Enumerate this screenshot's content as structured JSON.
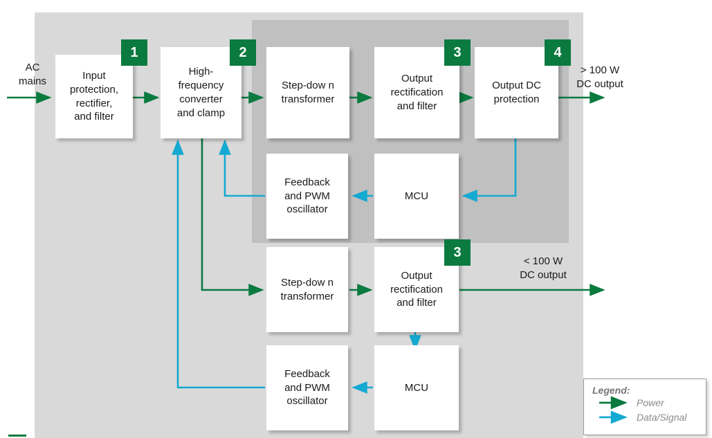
{
  "colors": {
    "power": "#0a7a3f",
    "signal": "#14a9d0",
    "badge": "#0a7a3f",
    "panel_outer": "#d9d9d9",
    "panel_inner": "#c0c0c0",
    "block": "#ffffff",
    "text": "#1a1a1a",
    "legend_text": "#8a8a8a"
  },
  "labels": {
    "ac_mains": "AC\nmains",
    "out_high": "> 100 W\nDC output",
    "out_low": "< 100 W\nDC output"
  },
  "blocks": [
    {
      "id": "input-protection",
      "text": "Input\nprotection,\nrectifier,\nand filter"
    },
    {
      "id": "hf-converter",
      "text": "High-\nfrequency\nconverter\nand clamp"
    },
    {
      "id": "step-down-top",
      "text": "Step-dow n\ntransformer"
    },
    {
      "id": "output-rect-top",
      "text": "Output\nrectification\nand filter"
    },
    {
      "id": "output-dc-protection",
      "text": "Output DC\nprotection"
    },
    {
      "id": "feedback-pwm-top",
      "text": "Feedback\nand PWM\noscillator"
    },
    {
      "id": "mcu-top",
      "text": "MCU"
    },
    {
      "id": "step-down-bottom",
      "text": "Step-dow n\ntransformer"
    },
    {
      "id": "output-rect-bottom",
      "text": "Output\nrectification\nand filter"
    },
    {
      "id": "feedback-pwm-bottom",
      "text": "Feedback\nand PWM\noscillator"
    },
    {
      "id": "mcu-bottom",
      "text": "MCU"
    }
  ],
  "badges": [
    {
      "id": "badge-1",
      "text": "1"
    },
    {
      "id": "badge-2",
      "text": "2"
    },
    {
      "id": "badge-3-top",
      "text": "3"
    },
    {
      "id": "badge-4",
      "text": "4"
    },
    {
      "id": "badge-3-bottom",
      "text": "3"
    }
  ],
  "legend": {
    "title": "Legend:",
    "power_label": "Power",
    "signal_label": "Data/Signal"
  }
}
